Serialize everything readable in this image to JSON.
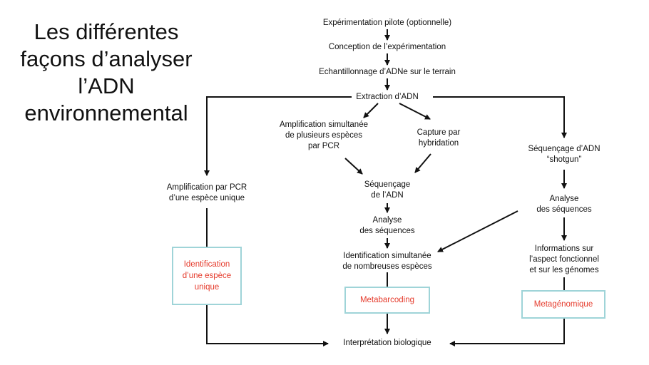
{
  "title": {
    "lines": [
      "Les différentes",
      "façons d’analyser",
      "l’ADN",
      "environnemental"
    ]
  },
  "colors": {
    "highlight_text": "#e53b2c",
    "box_border": "#9fd4d8",
    "arrow": "#111111"
  },
  "nodes": {
    "pilot": "Expérimentation pilote (optionnelle)",
    "design": "Conception de l’expérimentation",
    "sampling": "Echantillonnage d’ADNe sur le terrain",
    "extraction": "Extraction d’ADN",
    "multi_amp": [
      "Amplification simultanée",
      "de plusieurs espèces",
      "par PCR"
    ],
    "capture": [
      "Capture par",
      "hybridation"
    ],
    "shotgun": [
      "Séquençage d’ADN",
      "“shotgun”"
    ],
    "single_amp": [
      "Amplification par PCR",
      "d’une espèce unique"
    ],
    "sequencing": [
      "Séquençage",
      "de l’ADN"
    ],
    "analysis_mid": [
      "Analyse",
      "des séquences"
    ],
    "analysis_right": [
      "Analyse",
      "des séquences"
    ],
    "simultaneous_id": [
      "Identification simultanée",
      "de nombreuses espèces"
    ],
    "functional_info": [
      "Informations sur",
      "l’aspect fonctionnel",
      "et sur les génomes"
    ],
    "interpretation": "Interprétation biologique"
  },
  "outcomes": {
    "single": [
      "Identification",
      "d’une espèce",
      "unique"
    ],
    "metabarcoding": "Metabarcoding",
    "metagenomics": "Metagénomique"
  }
}
